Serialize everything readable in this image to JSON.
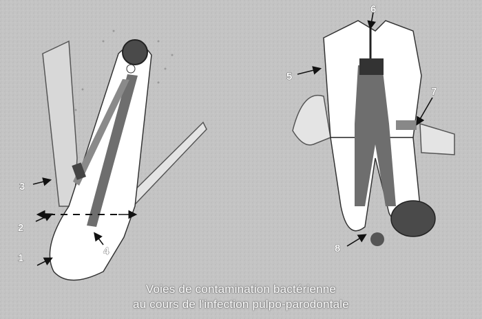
{
  "caption": {
    "line1": "Voies de contamination bactérienne",
    "line2": "au cours de l'infection pulpo-parodontale"
  },
  "labels": {
    "l1": "1",
    "l2": "2",
    "l3": "3",
    "l4": "4",
    "l5": "5",
    "l6": "6",
    "l7": "7",
    "l8": "8"
  },
  "colors": {
    "background": "#c4c4c4",
    "tooth": "#ffffff",
    "pulp": "#6e6e6e",
    "outline": "#333333"
  }
}
